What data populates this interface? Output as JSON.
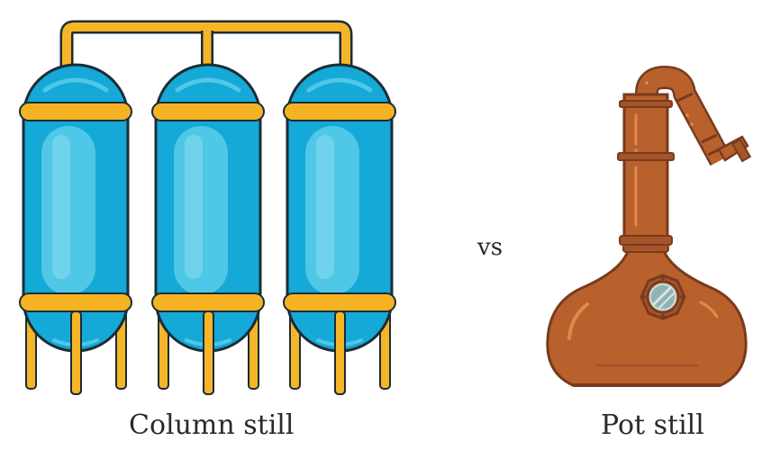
{
  "labels": {
    "column_still": "Column still",
    "versus": "vs",
    "pot_still": "Pot still"
  },
  "colors": {
    "column_body": "#14a9d6",
    "column_highlight": "#4fc7e6",
    "column_outline": "#1b2c36",
    "band": "#f5b324",
    "pipe": "#f6b529",
    "pot_copper": "#b8612d",
    "pot_dark": "#7a3a1d",
    "pot_light": "#dc8a4d",
    "porthole_glass": "#8fb3b1",
    "text": "#2a2a2a"
  },
  "icons": {
    "column_still": "column-still-icon",
    "pot_still": "pot-still-icon"
  }
}
